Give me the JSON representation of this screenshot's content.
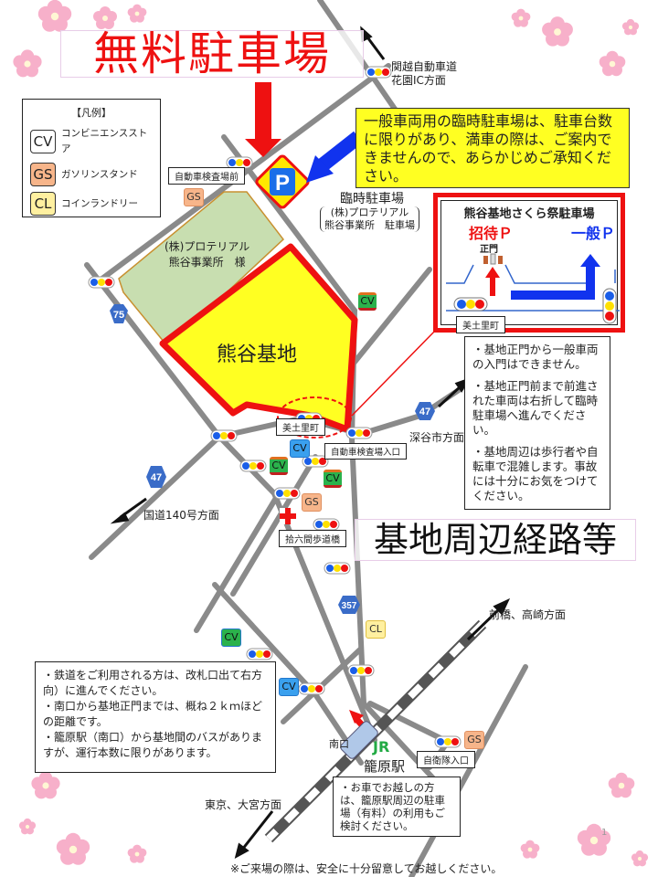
{
  "title": "無料駐車場",
  "subtitle": "基地周辺経路等",
  "legend": {
    "title": "【凡例】",
    "items": [
      {
        "code": "CV",
        "label": "コンビニエンスストア",
        "color": "#ffffff"
      },
      {
        "code": "GS",
        "label": "ガソリンスタンド",
        "color": "#f7b58a"
      },
      {
        "code": "CL",
        "label": "コインランドリー",
        "color": "#fff0a0"
      }
    ]
  },
  "notices": {
    "parking_notice": "一般車両用の臨時駐車場は、駐車台数に限りがあり、満車の際は、ご案内できませんので、あらかじめご承知ください。",
    "gate_notes": [
      "・基地正門から一般車両の入門はできません。",
      "・基地正門前まで前進された車両は右折して臨時駐車場へ進んでください。",
      "・基地周辺は歩行者や自転車で混雑します。事故には十分にお気をつけてください。"
    ],
    "rail_notes": [
      "・鉄道をご利用される方は、改札口出て右方向）に進んでください。",
      "・南口から基地正門までは、概ね２ｋｍほどの距離です。",
      "・籠原駅（南口）から基地間のバスがありますが、運行本数に限りがあります。"
    ],
    "car_note": "・お車でお越しの方は、籠原駅周辺の駐車場（有料）の利用もご検討ください。",
    "footer": "※ご来場の際は、安全に十分留意してお越しください。"
  },
  "inset": {
    "title": "熊谷基地さくら祭駐車場",
    "invite": "招待Ｐ",
    "general": "一般Ｐ",
    "gate": "正門",
    "intersection": "美土里町"
  },
  "map": {
    "base_name": "熊谷基地",
    "factory_name": "(株)プロテリアル\n熊谷事業所　様",
    "temp_parking": "臨時駐車場",
    "temp_parking_sub": "(株)プロテリアル\n熊谷事業所　駐車場",
    "parking_symbol": "P",
    "labels": {
      "inspection_front": "自動車検査場前",
      "midori": "美土里町",
      "inspection_entrance": "自動車検査場入口",
      "jurokken": "拾六間歩道橋",
      "jieitai": "自衛隊入口",
      "south_exit": "南口",
      "station": "籠原駅",
      "jr": "JR"
    },
    "directions": {
      "kanetsu": "関越自動車道\n花園IC方面",
      "fukaya": "深谷市方面",
      "route140": "国道140号方面",
      "maebashi": "前橋、高崎方面",
      "tokyo": "東京、大宮方面"
    },
    "routes": [
      "75",
      "47",
      "47",
      "357"
    ],
    "page_number": "1"
  },
  "colors": {
    "accent_red": "#ee1111",
    "base_yellow": "#ffff22",
    "arrow_blue": "#1133ee",
    "road": "#8a8a8a",
    "route_badge": "#3a6cc8"
  }
}
